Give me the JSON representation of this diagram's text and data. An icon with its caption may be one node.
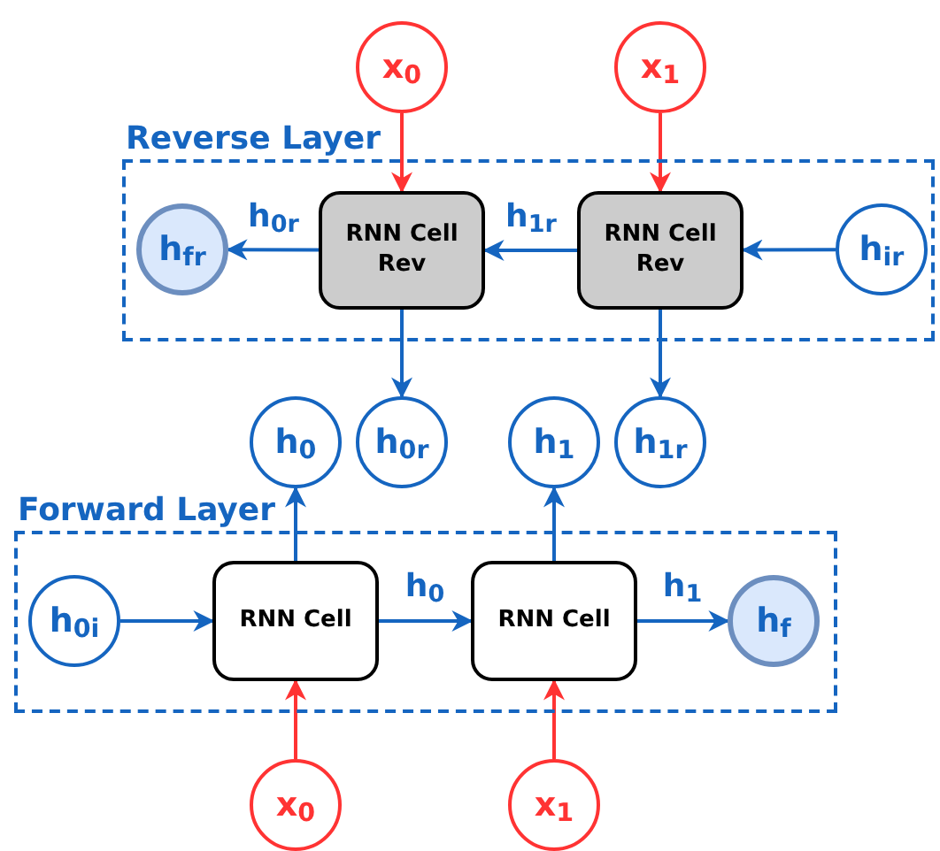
{
  "diagram": {
    "nodes": [
      {
        "text": [
          "Reverse Layer"
        ]
      },
      {
        "text": [
          "x$_{0}$"
        ]
      },
      {
        "text": [
          "x$_{1}$"
        ]
      },
      {
        "text": [
          "h$_{fr}$"
        ],
        "in": 0
      },
      {
        "text": [
          "RNN Cell Rev"
        ],
        "in": 0
      },
      {
        "text": [
          "RNN Cell Rev"
        ],
        "in": 0
      },
      {
        "text": [
          "h$_{ir}$"
        ],
        "in": 0
      },
      {
        "text": [
          "h$_{0}$"
        ]
      },
      {
        "text": [
          "h$_{0r}$"
        ]
      },
      {
        "text": [
          "h$_{1}$"
        ]
      },
      {
        "text": [
          "h$_{1r}$"
        ]
      },
      {
        "text": [
          "Forward Layer"
        ]
      },
      {
        "text": [
          "h$_{0i}$"
        ],
        "in": 11
      },
      {
        "text": [
          "RNN Cell"
        ],
        "in": 11
      },
      {
        "text": [
          "RNN Cell"
        ],
        "in": 11
      },
      {
        "text": [
          "h$_{f}$"
        ],
        "in": 11
      },
      {
        "text": [
          "x$_{0}$"
        ]
      },
      {
        "text": [
          "x$_{1}$"
        ]
      }
    ],
    "edges": [
      {
        "from": 1,
        "to": 4,
        "arrow": "to",
        "color": "#ff3333"
      },
      {
        "from": 2,
        "to": 5,
        "arrow": "to",
        "color": "#ff3333"
      },
      {
        "from": 6,
        "to": 5,
        "arrow": "to"
      },
      {
        "from": 5,
        "to": 4,
        "arrow": "to",
        "label": "h$_{1r}$"
      },
      {
        "from": 4,
        "to": 3,
        "arrow": "to",
        "label": "h$_{0r}$"
      },
      {
        "from": 4,
        "to": 8,
        "arrow": "to"
      },
      {
        "from": 5,
        "to": 10,
        "arrow": "to"
      },
      {
        "from": 12,
        "to": 13,
        "arrow": "to"
      },
      {
        "from": 13,
        "to": 14,
        "arrow": "to",
        "label": "h$_{0}$"
      },
      {
        "from": 14,
        "to": 15,
        "arrow": "to",
        "label": "h$_{1}$"
      },
      {
        "from": 13,
        "to": 7,
        "arrow": "to"
      },
      {
        "from": 14,
        "to": 9,
        "arrow": "to"
      },
      {
        "from": 16,
        "to": 13,
        "arrow": "to",
        "color": "#ff3333"
      },
      {
        "from": 17,
        "to": 14,
        "arrow": "to",
        "color": "#ff3333"
      }
    ]
  }
}
